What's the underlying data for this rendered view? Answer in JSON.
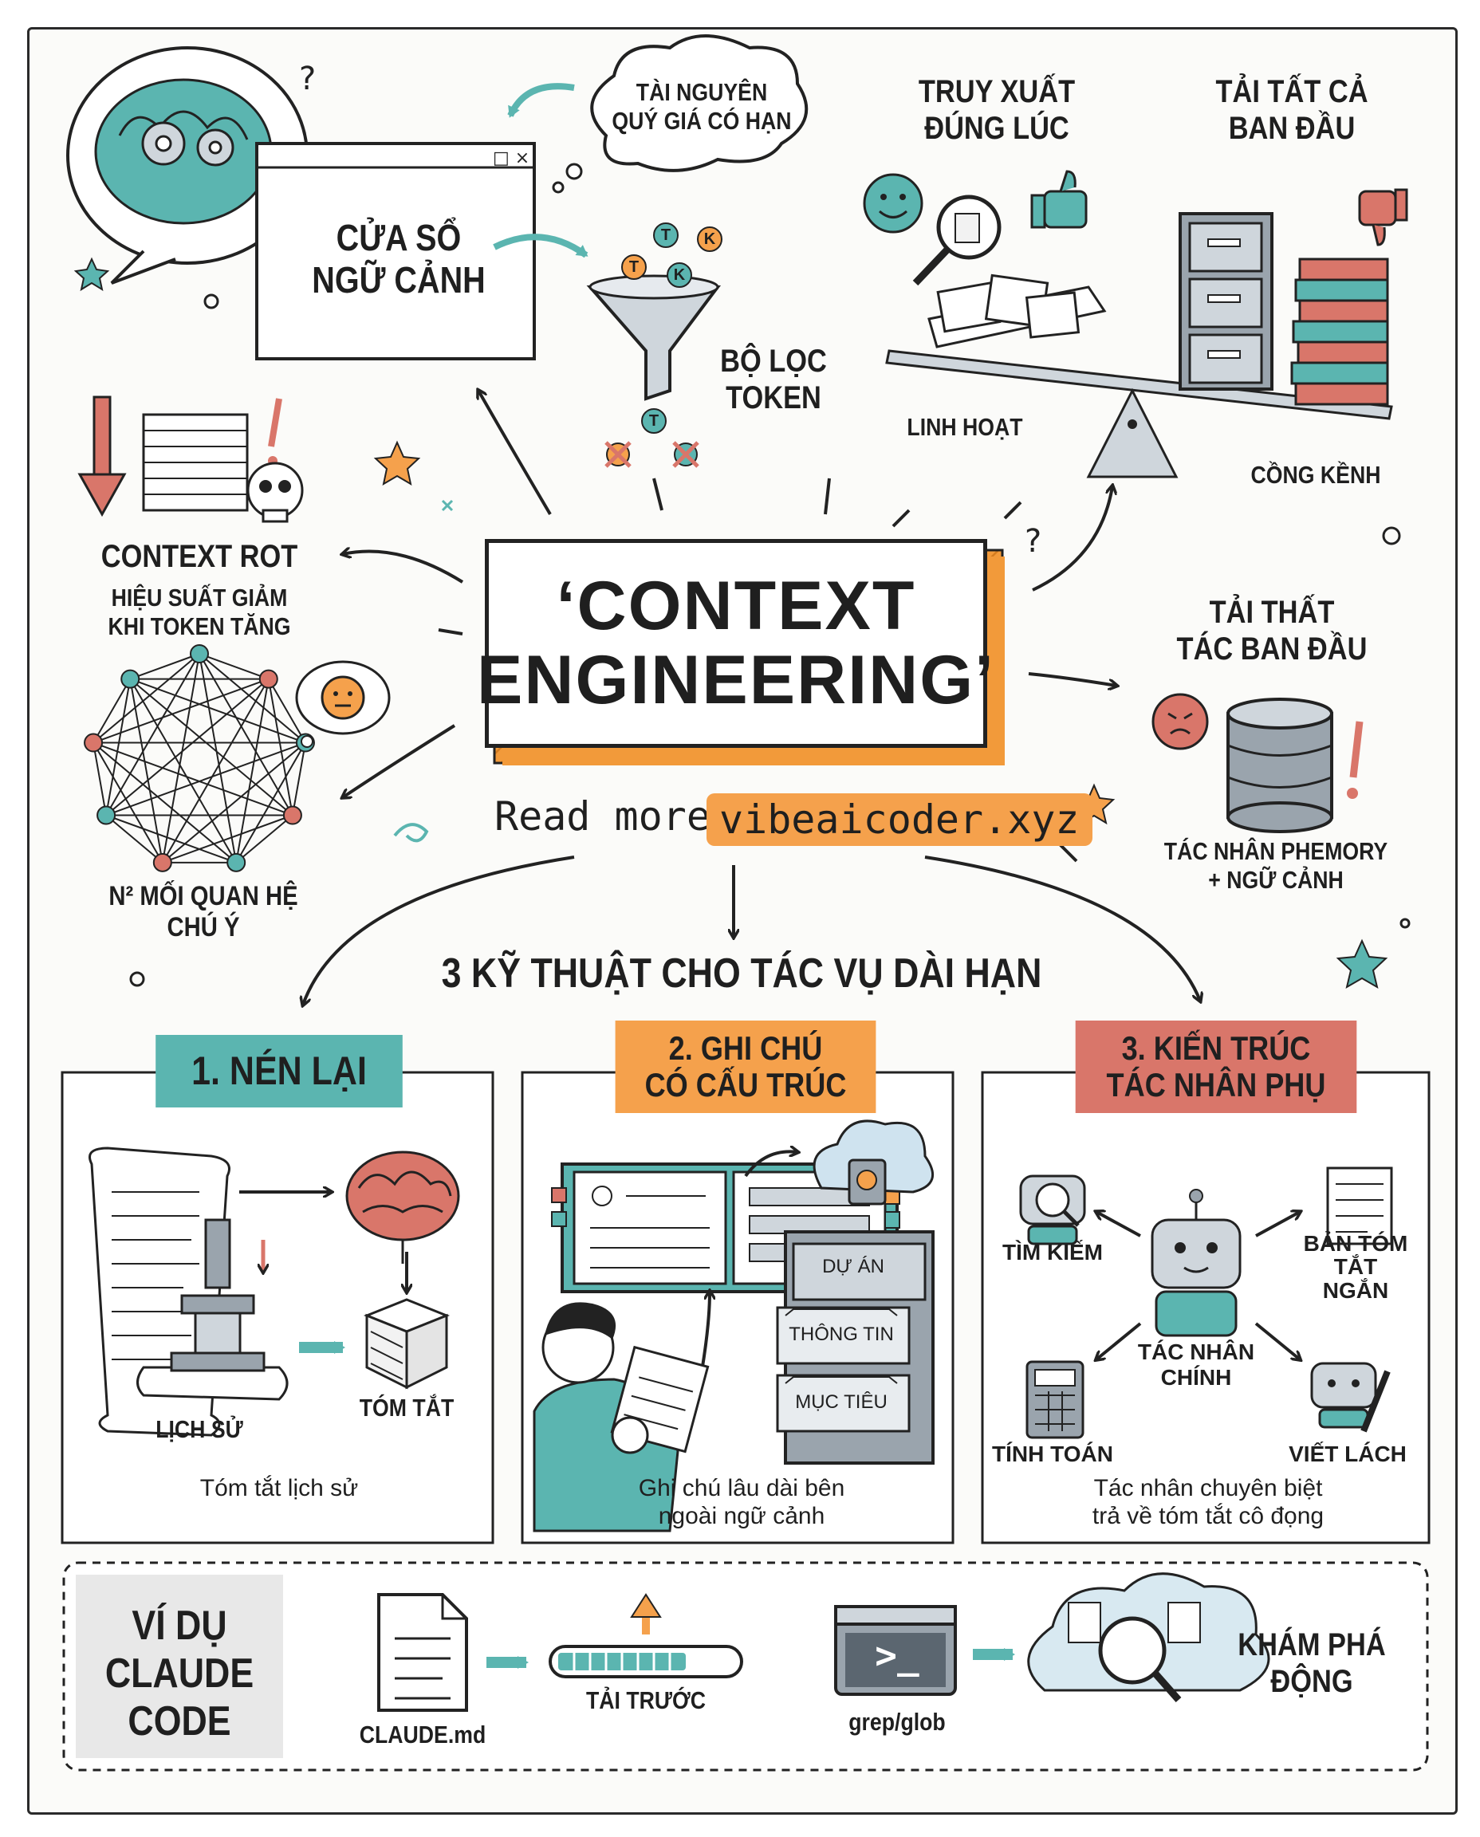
{
  "title": "‘CONTEXT ENGINEERING’",
  "title_lines": [
    "‘CONTEXT",
    "ENGINEERING’"
  ],
  "read_more": {
    "label": "Read more:",
    "url": "vibeaicoder.xyz"
  },
  "context_window": {
    "label_lines": [
      "CỬA SỔ",
      "NGỮ CẢNH"
    ]
  },
  "precious_resource": {
    "lines": [
      "TÀI NGUYÊN",
      "QUÝ GIÁ CÓ HẠN"
    ]
  },
  "token_filter": {
    "lines": [
      "BỘ LỌC",
      "TOKEN"
    ],
    "tokens": [
      "T",
      "K",
      "T",
      "K",
      "T"
    ]
  },
  "retrieval": {
    "just_in_time": [
      "TRUY XUẤT",
      "ĐÚNG LÚC"
    ],
    "load_all": [
      "TẢI TẤT CẢ",
      "BAN ĐẦU"
    ],
    "flexible": "LINH HOẠT",
    "bulky": "CỒNG KỀNH"
  },
  "context_rot": {
    "title": "CONTEXT ROT",
    "lines": [
      "HIỆU SUẤT GIẢM",
      "KHI TOKEN TĂNG"
    ]
  },
  "attention": {
    "lines": [
      "N² MỐI QUAN HỆ",
      "CHÚ Ý"
    ]
  },
  "load_failure": {
    "lines": [
      "TẢI THẤT",
      "TÁC BAN ĐẦU"
    ]
  },
  "memory_agent": {
    "lines": [
      "TÁC NHÂN PHEMORY",
      "+ NGỮ CẢNH"
    ]
  },
  "techniques_heading": "3 KỸ THUẬT CHO TÁC VỤ DÀI HẠN",
  "techniques": [
    {
      "tag_lines": [
        "1. NÉN LẠI"
      ],
      "color": "#5bb5b0",
      "labels": {
        "history": "LỊCH SỬ",
        "summary": "TÓM TẮT"
      },
      "caption_lines": [
        "Tóm tắt lịch sử"
      ]
    },
    {
      "tag_lines": [
        "2. GHI CHÚ",
        "CÓ CẤU TRÚC"
      ],
      "color": "#f5a14c",
      "labels": {
        "project": "DỰ ÁN",
        "info": "THÔNG TIN",
        "goal": "MỤC TIÊU"
      },
      "caption_lines": [
        "Ghi chú lâu dài bên",
        "ngoài ngữ cảnh"
      ]
    },
    {
      "tag_lines": [
        "3. KIẾN TRÚC",
        "TÁC NHÂN PHỤ"
      ],
      "color": "#d9766a",
      "labels": {
        "search": "TÌM KIẾM",
        "brief_summary": [
          "BẢN TÓM",
          "TẮT",
          "NGẮN"
        ],
        "main_agent": [
          "TÁC NHÂN",
          "CHÍNH"
        ],
        "calculate": "TÍNH TOÁN",
        "writing": "VIẾT LÁCH"
      },
      "caption_lines": [
        "Tác nhân chuyên biệt",
        "trả về tóm tắt cô đọng"
      ]
    }
  ],
  "example": {
    "tag_lines": [
      "VÍ DỤ",
      "CLAUDE",
      "CODE"
    ],
    "claude_md": "CLAUDE.md",
    "preload": "TẢI TRƯỚC",
    "grep": "grep/glob",
    "terminal_prompt": ">_",
    "explore_lines": [
      "KHÁM PHÁ",
      "ĐỘNG"
    ]
  },
  "colors": {
    "teal": "#5bb5b0",
    "orange": "#f5a14c",
    "red": "#d9766a",
    "gray": "#9aa4ad",
    "ink": "#222222"
  },
  "icons": [
    "brain-gears-icon",
    "window-icon",
    "funnel-icon",
    "smiley-icon",
    "thumbs-up-icon",
    "thumbs-down-icon",
    "magnifier-icon",
    "seesaw-icon",
    "file-cabinet-icon",
    "books-icon",
    "paper-stack-icon",
    "skull-icon",
    "down-arrow-icon",
    "network-icon",
    "confused-face-icon",
    "angry-face-icon",
    "database-icon",
    "scroll-icon",
    "press-icon",
    "brain-icon",
    "cube-icon",
    "notebook-icon",
    "cloud-drive-icon",
    "person-writing-icon",
    "robot-icon",
    "calculator-icon",
    "document-icon",
    "progress-bar-icon",
    "terminal-icon",
    "cloud-search-icon",
    "star-icon"
  ]
}
